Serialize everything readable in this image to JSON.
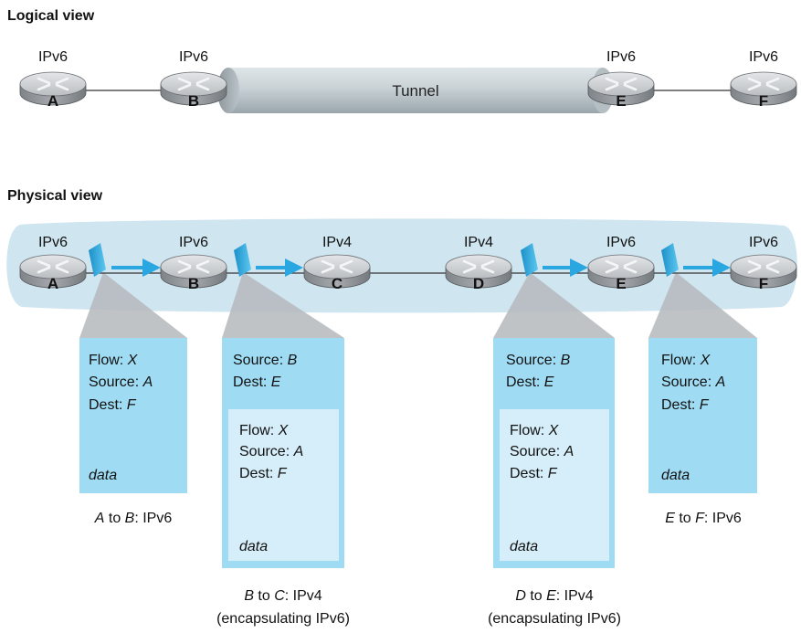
{
  "logical": {
    "title": "Logical view",
    "tunnel_label": "Tunnel",
    "routers": [
      {
        "id": "A",
        "label": "A",
        "protocol": "IPv6"
      },
      {
        "id": "B",
        "label": "B",
        "protocol": "IPv6"
      },
      {
        "id": "E",
        "label": "E",
        "protocol": "IPv6"
      },
      {
        "id": "F",
        "label": "F",
        "protocol": "IPv6"
      }
    ]
  },
  "physical": {
    "title": "Physical view",
    "routers": [
      {
        "id": "A",
        "label": "A",
        "protocol": "IPv6"
      },
      {
        "id": "B",
        "label": "B",
        "protocol": "IPv6"
      },
      {
        "id": "C",
        "label": "C",
        "protocol": "IPv4"
      },
      {
        "id": "D",
        "label": "D",
        "protocol": "IPv4"
      },
      {
        "id": "E",
        "label": "E",
        "protocol": "IPv6"
      },
      {
        "id": "F",
        "label": "F",
        "protocol": "IPv6"
      }
    ],
    "packets": [
      {
        "id": "a-to-b",
        "lines": [
          [
            {
              "t": "Flow: "
            },
            {
              "t": "X",
              "i": true
            }
          ],
          [
            {
              "t": "Source: "
            },
            {
              "t": "A",
              "i": true
            }
          ],
          [
            {
              "t": "Dest: "
            },
            {
              "t": "F",
              "i": true
            }
          ]
        ],
        "data": "data",
        "caption": [
          [
            {
              "t": "A",
              "i": true
            },
            {
              "t": " to "
            },
            {
              "t": "B",
              "i": true
            },
            {
              "t": ": IPv6"
            }
          ]
        ]
      },
      {
        "id": "b-to-c",
        "outer_lines": [
          [
            {
              "t": "Source: "
            },
            {
              "t": "B",
              "i": true
            }
          ],
          [
            {
              "t": "Dest: "
            },
            {
              "t": "E",
              "i": true
            }
          ]
        ],
        "lines": [
          [
            {
              "t": "Flow: "
            },
            {
              "t": "X",
              "i": true
            }
          ],
          [
            {
              "t": "Source: "
            },
            {
              "t": "A",
              "i": true
            }
          ],
          [
            {
              "t": "Dest: "
            },
            {
              "t": "F",
              "i": true
            }
          ]
        ],
        "data": "data",
        "caption": [
          [
            {
              "t": "B",
              "i": true
            },
            {
              "t": " to "
            },
            {
              "t": "C",
              "i": true
            },
            {
              "t": ": IPv4"
            }
          ],
          [
            {
              "t": "(encapsulating IPv6)"
            }
          ]
        ]
      },
      {
        "id": "d-to-e",
        "outer_lines": [
          [
            {
              "t": "Source: "
            },
            {
              "t": "B",
              "i": true
            }
          ],
          [
            {
              "t": "Dest: "
            },
            {
              "t": "E",
              "i": true
            }
          ]
        ],
        "lines": [
          [
            {
              "t": "Flow: "
            },
            {
              "t": "X",
              "i": true
            }
          ],
          [
            {
              "t": "Source: "
            },
            {
              "t": "A",
              "i": true
            }
          ],
          [
            {
              "t": "Dest: "
            },
            {
              "t": "F",
              "i": true
            }
          ]
        ],
        "data": "data",
        "caption": [
          [
            {
              "t": "D",
              "i": true
            },
            {
              "t": " to "
            },
            {
              "t": "E",
              "i": true
            },
            {
              "t": ": IPv4"
            }
          ],
          [
            {
              "t": "(encapsulating IPv6)"
            }
          ]
        ]
      },
      {
        "id": "e-to-f",
        "lines": [
          [
            {
              "t": "Flow: "
            },
            {
              "t": "X",
              "i": true
            }
          ],
          [
            {
              "t": "Source: "
            },
            {
              "t": "A",
              "i": true
            }
          ],
          [
            {
              "t": "Dest: "
            },
            {
              "t": "F",
              "i": true
            }
          ]
        ],
        "data": "data",
        "caption": [
          [
            {
              "t": "E",
              "i": true
            },
            {
              "t": " to "
            },
            {
              "t": "F",
              "i": true
            },
            {
              "t": ": IPv6"
            }
          ]
        ]
      }
    ]
  },
  "colors": {
    "router_body": "#9a9ea3",
    "router_top": "#c9ccd0",
    "packet_box": "#9fdcf3",
    "packet_inner": "#d6eef9",
    "physical_band": "#cfe5f0",
    "tunnel_pipe": "#c4ced3",
    "arrow": "#2aa7e0",
    "wedge": "#b5b9bc"
  }
}
